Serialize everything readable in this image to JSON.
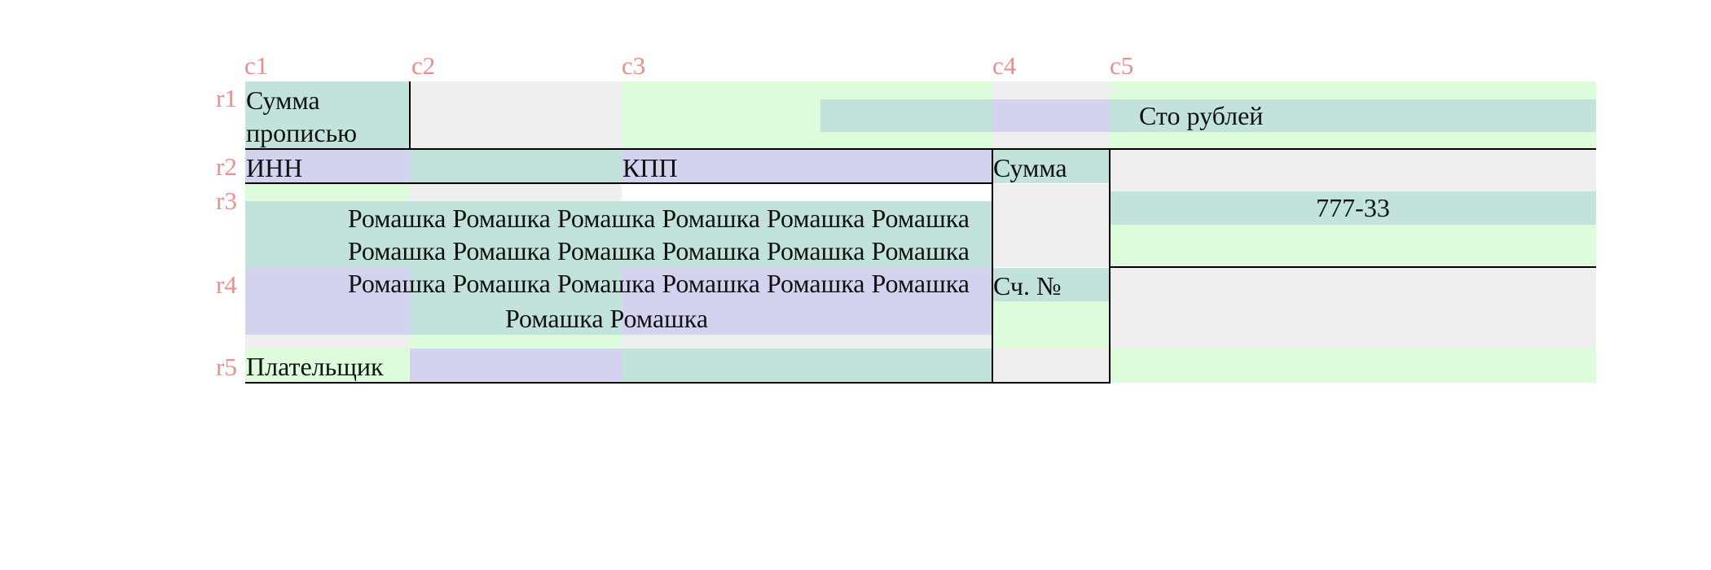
{
  "colors": {
    "gray": "#efefef",
    "green": "#dcfcdc",
    "teal": "#c2e2dc",
    "lavender": "#d3d3f0",
    "labels": "#f08c8c",
    "border": "#000000"
  },
  "column_labels": [
    "c1",
    "c2",
    "c3",
    "c4",
    "c5"
  ],
  "row_labels": [
    "r1",
    "r2",
    "r3",
    "r4",
    "r5"
  ],
  "form": {
    "amount_in_words_label_line1": "Сумма",
    "amount_in_words_label_line2": "прописью",
    "amount_in_words_value": "Сто рублей",
    "inn_label": "ИНН",
    "kpp_label": "КПП",
    "sum_label": "Сумма",
    "sum_value": "777-33",
    "payer_name_lines": [
      "Ромашка Ромашка Ромашка Ромашка Ромашка Ромашка",
      "Ромашка Ромашка Ромашка Ромашка Ромашка Ромашка",
      "Ромашка Ромашка Ромашка Ромашка Ромашка Ромашка",
      "Ромашка Ромашка"
    ],
    "account_label": "Сч. №",
    "payer_label": "Плательщик"
  }
}
